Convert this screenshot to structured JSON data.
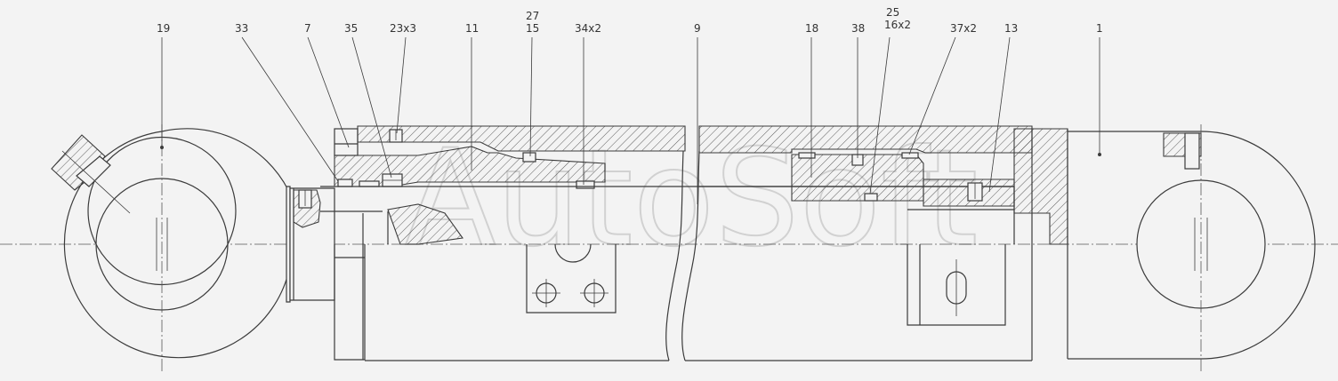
{
  "drawing": {
    "watermark": "AutoSoft",
    "callouts": [
      {
        "id": "c19",
        "label": "19"
      },
      {
        "id": "c33",
        "label": "33"
      },
      {
        "id": "c7",
        "label": "7"
      },
      {
        "id": "c35",
        "label": "35"
      },
      {
        "id": "c23",
        "label": "23x3"
      },
      {
        "id": "c11",
        "label": "11"
      },
      {
        "id": "c27",
        "label": "27"
      },
      {
        "id": "c15",
        "label": "15"
      },
      {
        "id": "c34",
        "label": "34x2"
      },
      {
        "id": "c9",
        "label": "9"
      },
      {
        "id": "c18",
        "label": "18"
      },
      {
        "id": "c38",
        "label": "38"
      },
      {
        "id": "c25",
        "label": "25"
      },
      {
        "id": "c16",
        "label": "16x2"
      },
      {
        "id": "c37",
        "label": "37x2"
      },
      {
        "id": "c13",
        "label": "13"
      },
      {
        "id": "c1",
        "label": "1"
      }
    ]
  }
}
